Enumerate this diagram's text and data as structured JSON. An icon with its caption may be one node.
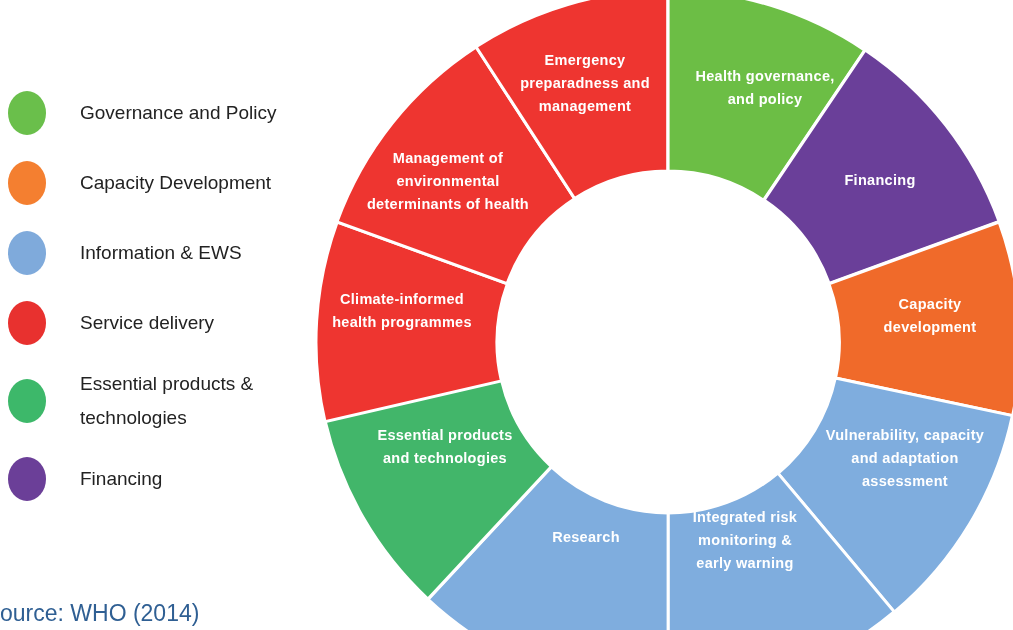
{
  "diagram": {
    "caption": "ource: WHO (2014)",
    "nodes": [
      {
        "text": [
          "Health governance, and policy"
        ]
      },
      {
        "text": [
          "Financing"
        ]
      },
      {
        "text": [
          "Capacity development"
        ]
      },
      {
        "text": [
          "Vulnerability, capacity and adaptation assessment"
        ]
      },
      {
        "text": [
          "Integrated risk monitoring & early warning"
        ]
      },
      {
        "text": [
          "Research"
        ]
      },
      {
        "text": [
          "Essential products and technologies"
        ]
      },
      {
        "text": [
          "Climate-informed health programmes"
        ]
      },
      {
        "text": [
          "Management of environmental determinants of health"
        ]
      },
      {
        "text": [
          "Emergency preparadness and management"
        ]
      }
    ],
    "edges": [],
    "legend": [
      {
        "text": "Governance and Policy",
        "color": "#6abf4b"
      },
      {
        "text": "Capacity Development",
        "color": "#f47f30"
      },
      {
        "text": "Information & EWS",
        "color": "#7faadb"
      },
      {
        "text": "Service delivery",
        "color": "#e8312f"
      },
      {
        "text": "Essential products & technologies",
        "color": "#3db86a"
      },
      {
        "text": "Financing",
        "color": "#6b3f98"
      }
    ]
  }
}
